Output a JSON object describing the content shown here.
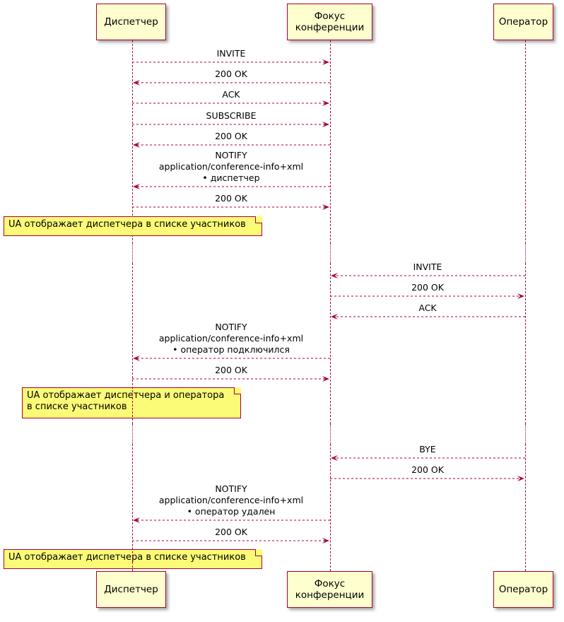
{
  "participants": [
    {
      "id": "disp",
      "label": "Диспетчер"
    },
    {
      "id": "focus",
      "label": "Фокус\nконференции"
    },
    {
      "id": "oper",
      "label": "Оператор"
    }
  ],
  "messages": [
    {
      "from": "disp",
      "to": "focus",
      "label": "INVITE"
    },
    {
      "from": "focus",
      "to": "disp",
      "label": "200 OK"
    },
    {
      "from": "disp",
      "to": "focus",
      "label": "ACK"
    },
    {
      "from": "disp",
      "to": "focus",
      "label": "SUBSCRIBE"
    },
    {
      "from": "focus",
      "to": "disp",
      "label": "200 OK"
    },
    {
      "from": "focus",
      "to": "disp",
      "label": "NOTIFY\napplication/conference-info+xml\n• диспетчер"
    },
    {
      "from": "disp",
      "to": "focus",
      "label": "200 OK"
    },
    {
      "from": "oper",
      "to": "focus",
      "label": "INVITE"
    },
    {
      "from": "focus",
      "to": "oper",
      "label": "200 OK"
    },
    {
      "from": "oper",
      "to": "focus",
      "label": "ACK"
    },
    {
      "from": "focus",
      "to": "disp",
      "label": "NOTIFY\napplication/conference-info+xml\n• оператор подключился"
    },
    {
      "from": "disp",
      "to": "focus",
      "label": "200 OK"
    },
    {
      "from": "oper",
      "to": "focus",
      "label": "BYE"
    },
    {
      "from": "focus",
      "to": "oper",
      "label": "200 OK"
    },
    {
      "from": "focus",
      "to": "disp",
      "label": "NOTIFY\napplication/conference-info+xml\n• оператор удален"
    },
    {
      "from": "disp",
      "to": "focus",
      "label": "200 OK"
    }
  ],
  "notes": [
    {
      "over": "disp",
      "text": "UA отображает диспетчера в списке участников"
    },
    {
      "over": "disp",
      "text": "UA отображает диспетчера и оператора\nв списке участников"
    },
    {
      "over": "disp",
      "text": "UA отображает диспетчера в списке участников"
    }
  ],
  "colors": {
    "line": "#A80036",
    "participant_fill": "#FEFECE",
    "note_fill": "#FBFB77"
  }
}
